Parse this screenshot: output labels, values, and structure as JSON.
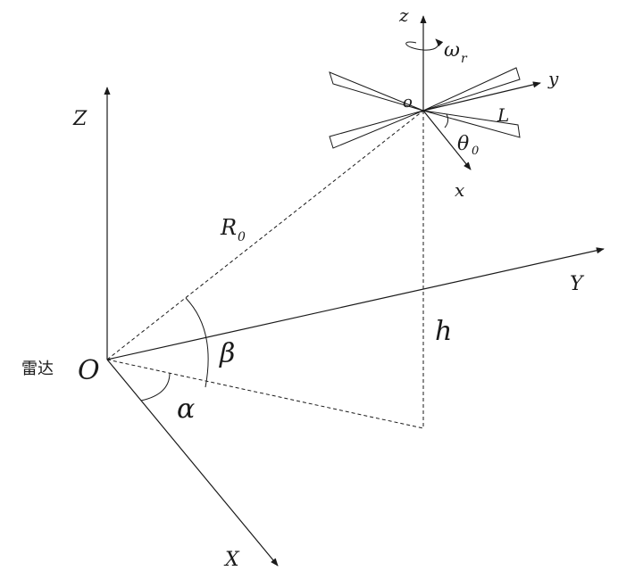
{
  "labels": {
    "radar": "雷达",
    "origin": "O",
    "Z": "Z",
    "Y": "Y",
    "X": "X",
    "R0": "R",
    "R0_sub": "0",
    "h": "h",
    "alpha": "α",
    "beta": "β",
    "z": "z",
    "y": "y",
    "x": "x",
    "o": "o",
    "omega": "ω",
    "omega_sub": "r",
    "L": "L",
    "theta": "θ",
    "theta_sub": "0"
  }
}
